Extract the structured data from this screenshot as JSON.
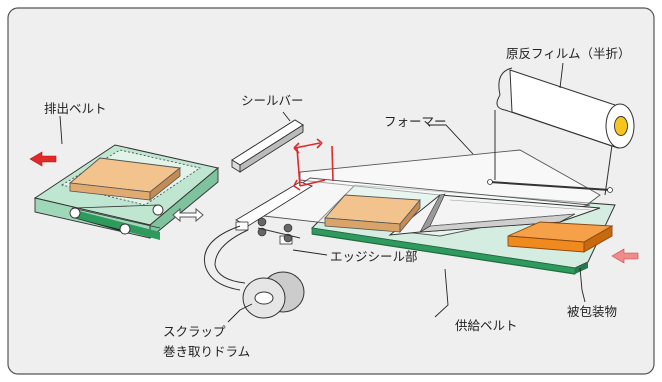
{
  "diagram": {
    "title": "",
    "colors": {
      "panel_fill": "#efefef",
      "panel_stroke": "#555555",
      "belt_green": "#9fd8b8",
      "belt_dark": "#2e9a5e",
      "product_tan": "#f2c38c",
      "product_orange": "#f08a1e",
      "film_roll_core": "#f7c51e",
      "arrow_red": "#e02a2a",
      "arrow_pink": "#f08b8b"
    },
    "labels": {
      "film_roll": "原反フィルム（半折）",
      "seal_bar": "シールバー",
      "discharge_belt": "排出ベルト",
      "former": "フォーマー",
      "edge_seal": "エッジシール部",
      "scrap_drum_line1": "スクラップ",
      "scrap_drum_line2": "巻き取りドラム",
      "supply_belt": "供給ベルト",
      "packaged_product": "被包装物"
    },
    "icons": {
      "flow_out": "arrow-left-icon",
      "flow_in": "arrow-left-icon",
      "seal_bar_motion": "double-arrow-icon",
      "belt_shift": "double-arrow-horizontal-icon"
    }
  }
}
